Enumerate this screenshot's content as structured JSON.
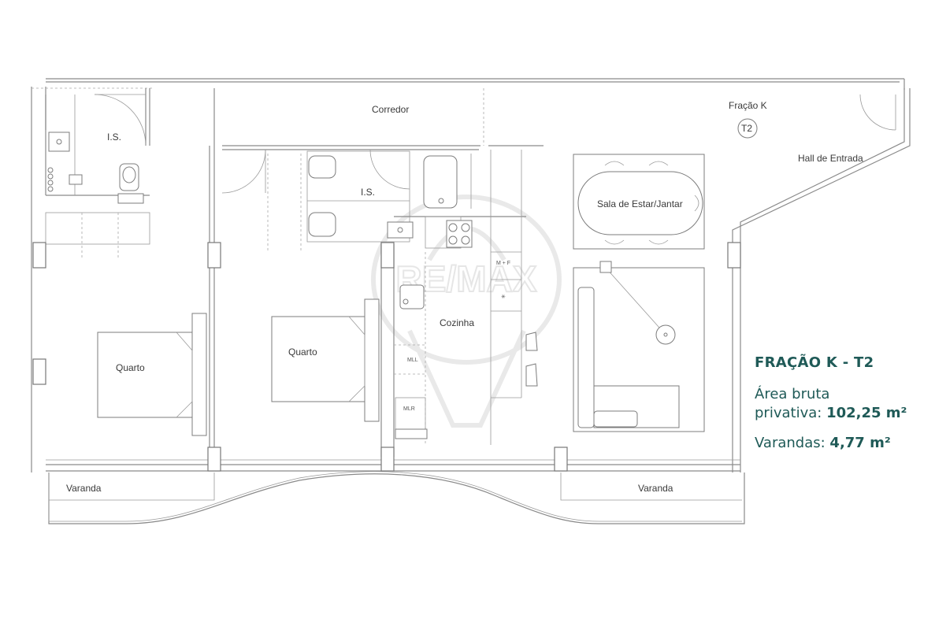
{
  "plan": {
    "unit_label": "Fração K",
    "unit_type": "T2",
    "watermark_text": "RE/MAX",
    "rooms": {
      "corredor": "Corredor",
      "hall": "Hall de Entrada",
      "is_small": "I.S.",
      "is_main": "I.S.",
      "sala": "Sala de Estar/Jantar",
      "cozinha": "Cozinha",
      "quarto_left": "Quarto",
      "quarto_mid": "Quarto",
      "varanda_left": "Varanda",
      "varanda_right": "Varanda"
    },
    "appliances": {
      "mwf": "M + F",
      "mll": "MLL",
      "mlr": "MLR"
    }
  },
  "info": {
    "title": "FRAÇÃO K - T2",
    "area_label_1": "Área bruta",
    "area_label_2": "privativa:",
    "area_value": "102,25 m²",
    "varandas_label": "Varandas:",
    "varandas_value": "4,77 m²"
  },
  "colors": {
    "accent": "#1f5a57",
    "lines": "#8a8a8a",
    "watermark": "#e7e7e7"
  }
}
